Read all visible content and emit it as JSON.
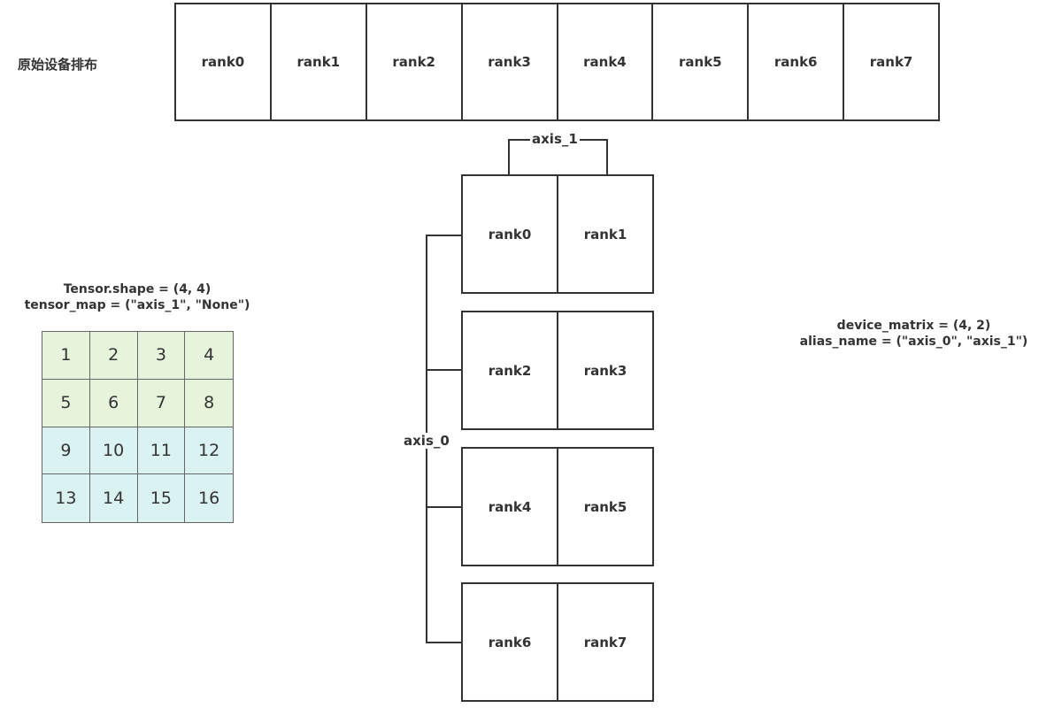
{
  "original_layout": {
    "title": "原始设备排布",
    "ranks": [
      "rank0",
      "rank1",
      "rank2",
      "rank3",
      "rank4",
      "rank5",
      "rank6",
      "rank7"
    ]
  },
  "device_matrix_view": {
    "axis_1_label": "axis_1",
    "axis_0_label": "axis_0",
    "rows": [
      [
        "rank0",
        "rank1"
      ],
      [
        "rank2",
        "rank3"
      ],
      [
        "rank4",
        "rank5"
      ],
      [
        "rank6",
        "rank7"
      ]
    ]
  },
  "tensor": {
    "shape_label": "Tensor.shape = (4, 4)",
    "map_label": "tensor_map = (\"axis_1\", \"None\")",
    "cells": [
      {
        "value": "1",
        "color": "#e6f4dc"
      },
      {
        "value": "2",
        "color": "#e6f4dc"
      },
      {
        "value": "3",
        "color": "#e6f4dc"
      },
      {
        "value": "4",
        "color": "#e6f4dc"
      },
      {
        "value": "5",
        "color": "#e6f4dc"
      },
      {
        "value": "6",
        "color": "#e6f4dc"
      },
      {
        "value": "7",
        "color": "#e6f4dc"
      },
      {
        "value": "8",
        "color": "#e6f4dc"
      },
      {
        "value": "9",
        "color": "#dbf2f2"
      },
      {
        "value": "10",
        "color": "#dbf2f2"
      },
      {
        "value": "11",
        "color": "#dbf2f2"
      },
      {
        "value": "12",
        "color": "#dbf2f2"
      },
      {
        "value": "13",
        "color": "#dbf2f2"
      },
      {
        "value": "14",
        "color": "#dbf2f2"
      },
      {
        "value": "15",
        "color": "#dbf2f2"
      },
      {
        "value": "16",
        "color": "#dbf2f2"
      }
    ]
  },
  "device_info": {
    "device_matrix_label": "device_matrix = (4, 2)",
    "alias_name_label": "alias_name = (\"axis_0\", \"axis_1\")"
  }
}
